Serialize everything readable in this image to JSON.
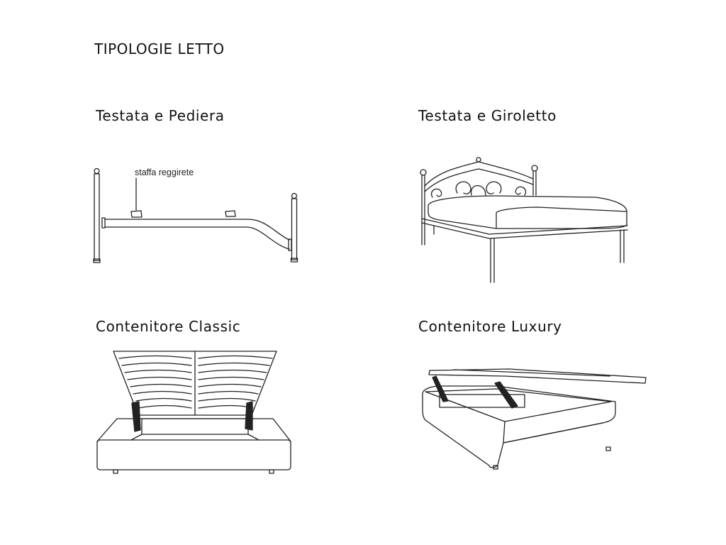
{
  "page_title": "TIPOLOGIE LETTO",
  "sections": [
    {
      "heading": "Testata e Pediera",
      "annotation": "staffa reggirete"
    },
    {
      "heading": "Testata e Giroletto"
    },
    {
      "heading": "Contenitore Classic"
    },
    {
      "heading": "Contenitore Luxury"
    }
  ]
}
